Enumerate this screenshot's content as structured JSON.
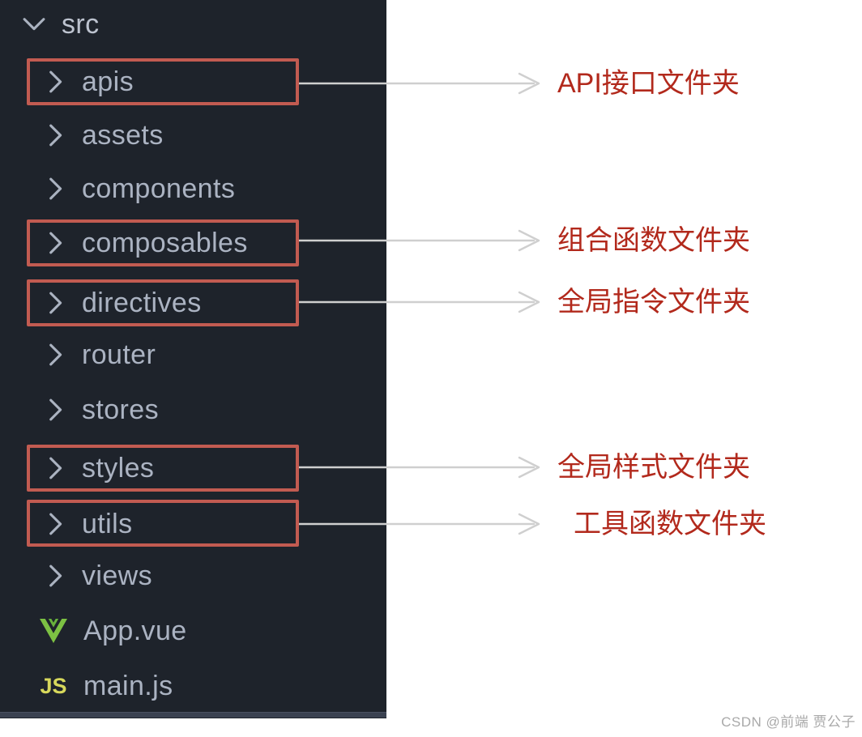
{
  "sidebar": {
    "root": {
      "label": "src"
    },
    "items": [
      {
        "label": "apis",
        "type": "folder",
        "highlighted": true
      },
      {
        "label": "assets",
        "type": "folder",
        "highlighted": false
      },
      {
        "label": "components",
        "type": "folder",
        "highlighted": false
      },
      {
        "label": "composables",
        "type": "folder",
        "highlighted": true
      },
      {
        "label": "directives",
        "type": "folder",
        "highlighted": true
      },
      {
        "label": "router",
        "type": "folder",
        "highlighted": false
      },
      {
        "label": "stores",
        "type": "folder",
        "highlighted": false
      },
      {
        "label": "styles",
        "type": "folder",
        "highlighted": true
      },
      {
        "label": "utils",
        "type": "folder",
        "highlighted": true
      },
      {
        "label": "views",
        "type": "folder",
        "highlighted": false
      },
      {
        "label": "App.vue",
        "type": "vue-file",
        "icon": "vue-logo-icon"
      },
      {
        "label": "main.js",
        "type": "js-file",
        "icon": "js-file-icon"
      }
    ]
  },
  "annotations": [
    {
      "target": "apis",
      "label": "API接口文件夹"
    },
    {
      "target": "composables",
      "label": "组合函数文件夹"
    },
    {
      "target": "directives",
      "label": "全局指令文件夹"
    },
    {
      "target": "styles",
      "label": "全局样式文件夹"
    },
    {
      "target": "utils",
      "label": "工具函数文件夹"
    }
  ],
  "icons": {
    "js_glyph": "JS"
  },
  "watermark": "CSDN @前端 贾公子",
  "colors": {
    "sidebar_bg": "#1e232b",
    "item_text": "#abb3c2",
    "highlight_border": "#c25b51",
    "annotation_text": "#b2291c",
    "arrow": "#cfcfcf",
    "vue_green": "#7cc143",
    "js_yellow": "#d7d85c"
  }
}
